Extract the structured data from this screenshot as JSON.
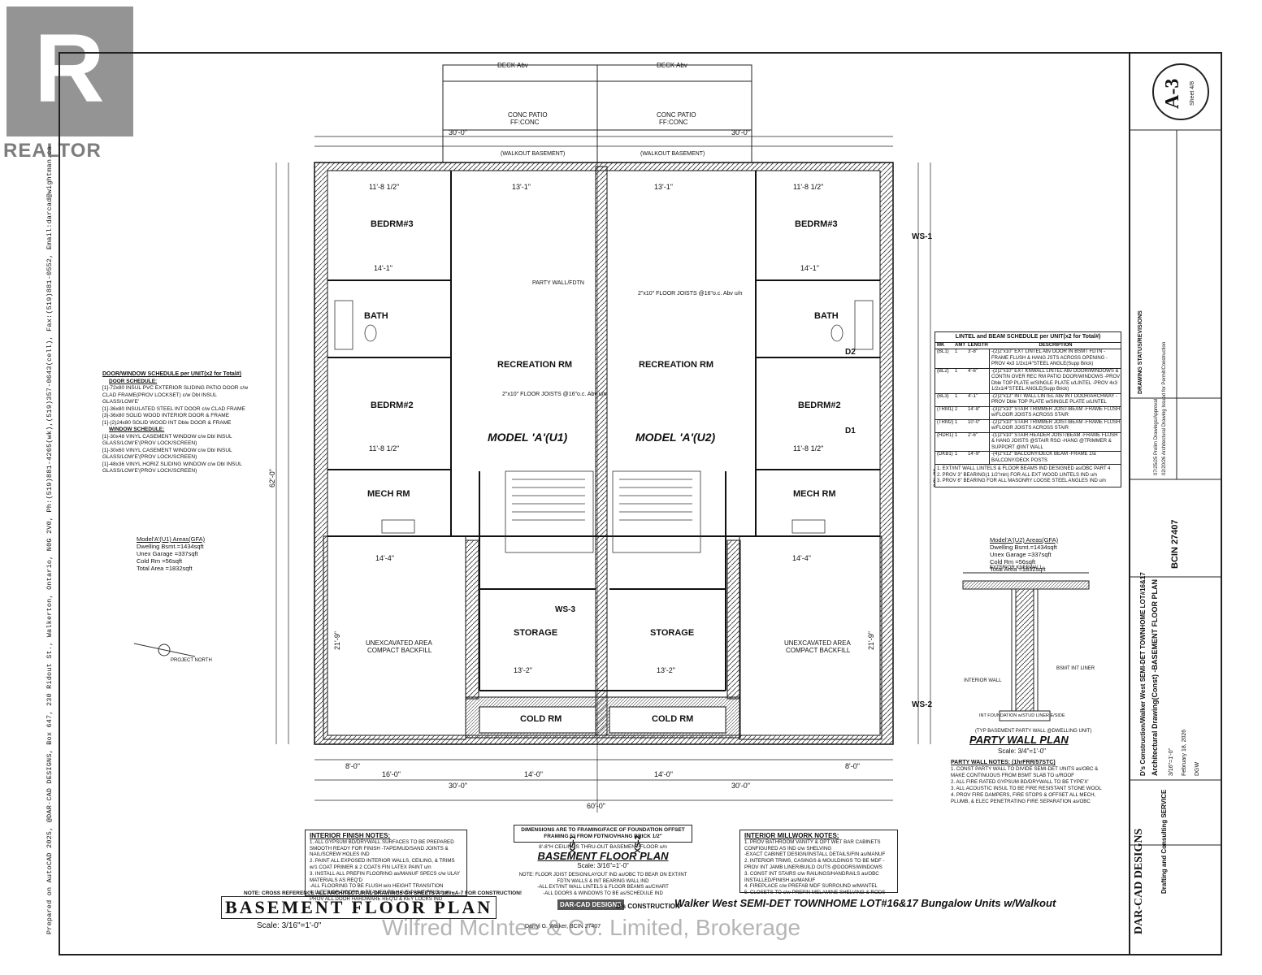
{
  "watermark": {
    "realtor": "REALTOR",
    "brokerage": "Wilfred McIntee & Co. Limited, Brokerage"
  },
  "side_credit": "Prepared on AutoCAD 2025, @DAR-CAD DESIGNS, Box 647, 230 Ridout St., Walkerton, Ontario, N0G 2V0, Ph:(519)881-4265(wk),(519)357-0643(cell), Fax:(519)881-0552, Email:darcad@wightman.ca",
  "plan": {
    "left_model": "MODEL 'A'(U1)",
    "right_model": "MODEL 'A'(U2)",
    "rooms": {
      "bedroom3": "BEDRM#3",
      "bedroom2": "BEDRM#2",
      "bath": "BATH",
      "recreation": "RECREATION RM",
      "mech": "MECH RM",
      "storage": "STORAGE",
      "cold": "COLD RM",
      "unexcavated": "UNEXCAVATED AREA",
      "unexcavated_sub": "COMPACT BACKFILL"
    },
    "top_labels": {
      "deck": "DECK Abv",
      "patio": "CONC PATIO",
      "patio_sub": "FF:CONC",
      "walkout": "(WALKOUT BASEMENT)"
    },
    "dims": {
      "overall_width": "60'-0\"",
      "half_width": "30'-0\"",
      "overall_depth": "62'-0\"",
      "rec_width": "13'-1\"",
      "bed_width": "11'-8 1/2\"",
      "bed_depth": "14'-1\"",
      "unex_width": "14'-4\"",
      "unex_depth": "21'-9\"",
      "storage_width": "13'-2\"",
      "bottom_16": "16'-0\"",
      "bottom_14": "14'-0\"",
      "bottom_8": "8'-0\""
    },
    "joists": "2\"x10\" FLOOR JOISTS @16\"o.c. Abv u/n",
    "party_wall": "PARTY WALL/FDTN",
    "tags": {
      "ws1": "WS-1",
      "ws2": "WS-2",
      "ws3": "WS-3",
      "xs1": "XS-1",
      "xs2": "XS-2",
      "d1": "D1",
      "d2": "D2"
    }
  },
  "door_window_schedule": {
    "title": "DOOR/WINDOW SCHEDULE per UNIT(x2 for Total#)",
    "door_head": "DOOR SCHEDULE:",
    "doors": [
      "[1]-72x80 INSUL PVC EXTERIOR SLIDING PATIO DOOR c/w CLAD FRAME(PROV LOCKSET) c/w Dbl INSUL GLASS/LOW'E'",
      "[1]-36x80 INSULATED STEEL INT DOOR c/w CLAD FRAME",
      "[3]-36x80 SOLID WOOD INTERIOR DOOR & FRAME",
      "[1]-(2)24x80 SOLID WOOD INT Dble DOOR & FRAME"
    ],
    "window_head": "WINDOW SCHEDULE:",
    "windows": [
      "[1]-30x48 VINYL CASEMENT WINDOW c/w Dbl INSUL GLASS/LOW'E'(PROV LOCK/SCREEN)",
      "[1]-30x60 VINYL CASEMENT WINDOW c/w Dbl INSUL GLASS/LOW'E'(PROV LOCK/SCREEN)",
      "[1]-48x36 VINYL HORIZ SLIDING WINDOW c/w Dbl INSUL GLASS/LOW'E'(PROV LOCK/SCREEN)"
    ]
  },
  "areas_u1": {
    "title": "Model'A'(U1) Areas(GFA)",
    "lines": [
      "Dwelling Bsmt.=1434sqft",
      "Unex Garage =337sqft",
      "Cold Rm =56sqft",
      "Total Area =1832sqft"
    ]
  },
  "areas_u2": {
    "title": "Model'A'(U2) Areas(GFA)",
    "lines": [
      "Dwelling Bsmt.=1434sqft",
      "Unex Garage =337sqft",
      "Cold Rm =56sqft",
      "Total Area =1832sqft"
    ]
  },
  "lintel_schedule": {
    "title": "LINTEL and BEAM SCHEDULE per UNIT(x2 for Total#)",
    "headers": [
      "MK",
      "AMT",
      "LENGTH",
      "DESCRIPTION"
    ],
    "rows": [
      [
        "(BL1)",
        "1",
        "3'-8\"",
        "-(2)2\"x10\" EXT LINTEL Abv DOOR IN BSMT FDTN -FRAME FLUSH & HANG JSTS ACROSS OPENING -PROV 4x3 1/2x1/4\"STEEL ANGLE(Supp Brick)"
      ],
      [
        "(BL2)",
        "1",
        "4'-6\"",
        "-(2)2\"x10\" EXT KNWALL LINTEL Abv DOOR/WINDOWS & CONTIN OVER REC RM PATIO DOOR/WINDOWS -PROV Dble TOP PLATE w/SINGLE PLATE u/LINTEL -PROV 4x3 1/2x1/4\"STEEL ANGLE(Supp Brick)"
      ],
      [
        "(BL3)",
        "1",
        "4'-1\"",
        "-(2)2\"x12\" INT WALL LINTEL Abv INT DOOR/ARCHWAY -PROV Dble TOP PLATE w/SINGLE PLATE u/LINTEL"
      ],
      [
        "(TRM1)",
        "2",
        "14'-8\"",
        "-(3)2\"x10\" STAIR TRIMMER JOIST/BEAM -FRAME FLUSH w/FLOOR JOISTS ACROSS STAIR"
      ],
      [
        "(TRM2)",
        "1",
        "10'-0\"",
        "-(2)2\"x10\" STAIR TRIMMER JOIST/BEAM -FRAME FLUSH w/FLOOR JOISTS ACROSS STAIR"
      ],
      [
        "(HDR1)",
        "1",
        "2'-6\"",
        "-(1)2\"x10\" STAIR HEADER JOIST/BEAM -FRAME FLUSH & HANG JOISTS @STAIR RSO -HANG @TRIMMER & SUPPORT @INT WALL"
      ],
      [
        "(DKB1)",
        "1",
        "14'-9\"",
        "-(4)2\"x12\" BALCONY/DECK BEAM -FRAME 1/a BALCONY/DECK POSTS"
      ]
    ],
    "notes": [
      "1. EXT/INT WALL LINTELS & FLOOR BEAMS IND DESIGNED as/OBC PART 4",
      "2. PROV 3\" BEARING(1 1/2\"min) FOR ALL EXT WOOD LINTELS IND u/n",
      "3. PROV 6\" BEARING FOR ALL MASONRY LOOSE STEEL ANGLES IND u/n"
    ]
  },
  "party_wall_plan": {
    "title": "PARTY WALL PLAN",
    "scale": "Scale: 3/4\"=1'-0\"",
    "caption": "(TYP BASEMENT PARTY WALL @DWELLING UNIT)",
    "labels": [
      "EXTERIOR KNEEWALL",
      "BSMT INT LINER",
      "INTERIOR WALL",
      "INT FOUNDATION w/STUD LINER E/SIDE"
    ]
  },
  "party_wall_notes": {
    "title": "PARTY WALL NOTES: (1hrFRR/57STC)",
    "lines": [
      "1. CONST PARTY WALL TO DIVIDE SEMI-DET UNITS as/OBC & MAKE CONTINUOUS FROM BSMT SLAB TO u/ROOF",
      "2. ALL FIRE RATED GYPSUM BD/DRYWALL TO BE TYPE'X'",
      "3. ALL ACOUSTIC INSUL TO BE FIRE RESISTANT STONE WOOL",
      "4. PROV FIRE DAMPERS, FIRE STOPS & OFFSET ALL MECH, PLUMB, & ELEC PENETRATING FIRE SEPARATION as/OBC"
    ]
  },
  "interior_finish": {
    "title": "INTERIOR FINISH NOTES:",
    "lines": [
      "1. ALL GYPSUM BD/DRYWALL SURFACES TO BE PREPARED SMOOTH READY FOR FINISH -TAPE/MUD/SAND JOINTS & NAIL/SCREW HOLES IND",
      "2. PAINT ALL EXPOSED INTERIOR WALLS, CEILING, & TRIMS w/1 COAT PRIMER & 2 COATS FIN LATEX PAINT u/n",
      "3. INSTALL ALL PREFIN FLOORING as/MANUF SPECS c/w ULAY MATERIALS AS REQ'D",
      "-ALL FLOORING TO BE FLUSH w/o HEIGHT TRANSITION",
      "4. INTERIOR DOORS & FRAMES TO HAVE PAINT FINISH u/n -PROV ALL DOOR HARDWARE REQ'D & KEY LOCKS IND"
    ]
  },
  "center_notes": {
    "dim_note": "DIMENSIONS ARE TO FRAMING/FACE OF FOUNDATION OFFSET FRAMING 5\" FROM FDTN/OVHANG BRICK 1/2\"",
    "ceiling": "8'-8\"H CEILINGS THRU-OUT BASEMENT FLOOR u/n",
    "title": "BASEMENT FLOOR PLAN",
    "scale": "Scale: 3/16\"=1'-0\"",
    "lines": [
      "NOTE: FLOOR JOIST DESIGN/LAYOUT IND as/OBC TO BEAR ON EXT/INT FDTN WALLS & INT BEARING WALL IND",
      "-ALL EXT/INT WALL LINTELS & FLOOR BEAMS as/CHART",
      "-ALL DOORS & WINDOWS TO BE as/SCHEDULE IND"
    ]
  },
  "millwork": {
    "title": "INTERIOR MILLWORK NOTES:",
    "lines": [
      "1. PROV BATHROOM VANITY & OPT WET BAR CABINETS CONFIGURED AS IND c/w SHELVING",
      "-EXACT CABINET DESIGN/INSTALL DETAILS/FIN as/MANUF",
      "2. INTERIOR TRIMS, CASINGS & MOULDINGS TO BE MDF -PROV INT JAMB LINER/BUILD OUTS @DOORS/WINDOWS",
      "3. CONST INT STAIRS c/w RAILINGS/HANDRAILS as/OBC INSTALLED/FINISH as/MANUF",
      "4. FIREPLACE c/w PREFAB MDF SURROUND w/MANTEL",
      "5. CLOSETS TO c/w PREFIN MELAMINE SHELVING & RODS"
    ]
  },
  "bottom": {
    "note": "NOTE: CROSS REFERENCE ALL ARCHITECTURAL DRAWINGS ON SHEETS A-1thruA-7 FOR CONSTRUCTION!",
    "title": "BASEMENT FLOOR PLAN",
    "scale": "Scale: 3/16\"=1'-0\"",
    "logo1": "DAR-CAD DESIGNS",
    "logo2": "D's CONSTRUCTION",
    "project": "Walker West SEMI-DET TOWNHOME LOT#16&17 Bungalow Units w/Walkout",
    "designer": "Darryl G. Walker, BCIN 27407",
    "north": "PROJECT NORTH"
  },
  "title_block": {
    "sheet": "A-3",
    "sheet_of": "Sheet 4/8",
    "firm": "DAR-CAD DESIGNS",
    "firm_sub": "Drafting and Consulting SERVICE",
    "project": "D's Construction/Walker West SEMI-DET TOWNHOME LOT#16&17",
    "drawing": "Architectural Drawing(Const) -BASEMENT FLOOR PLAN",
    "status_head": "DRAWING STATUS/REVISIONS",
    "status_rows": [
      "07/25/25 Prelim Drawings/Approval",
      "02/20/26 Architectural Drawing Issued for Permit/Construction"
    ],
    "scale": "3/16\"=1'-0\"",
    "date": "February 18, 2026",
    "drawn": "DGW",
    "bcin": "BCIN 27407"
  }
}
